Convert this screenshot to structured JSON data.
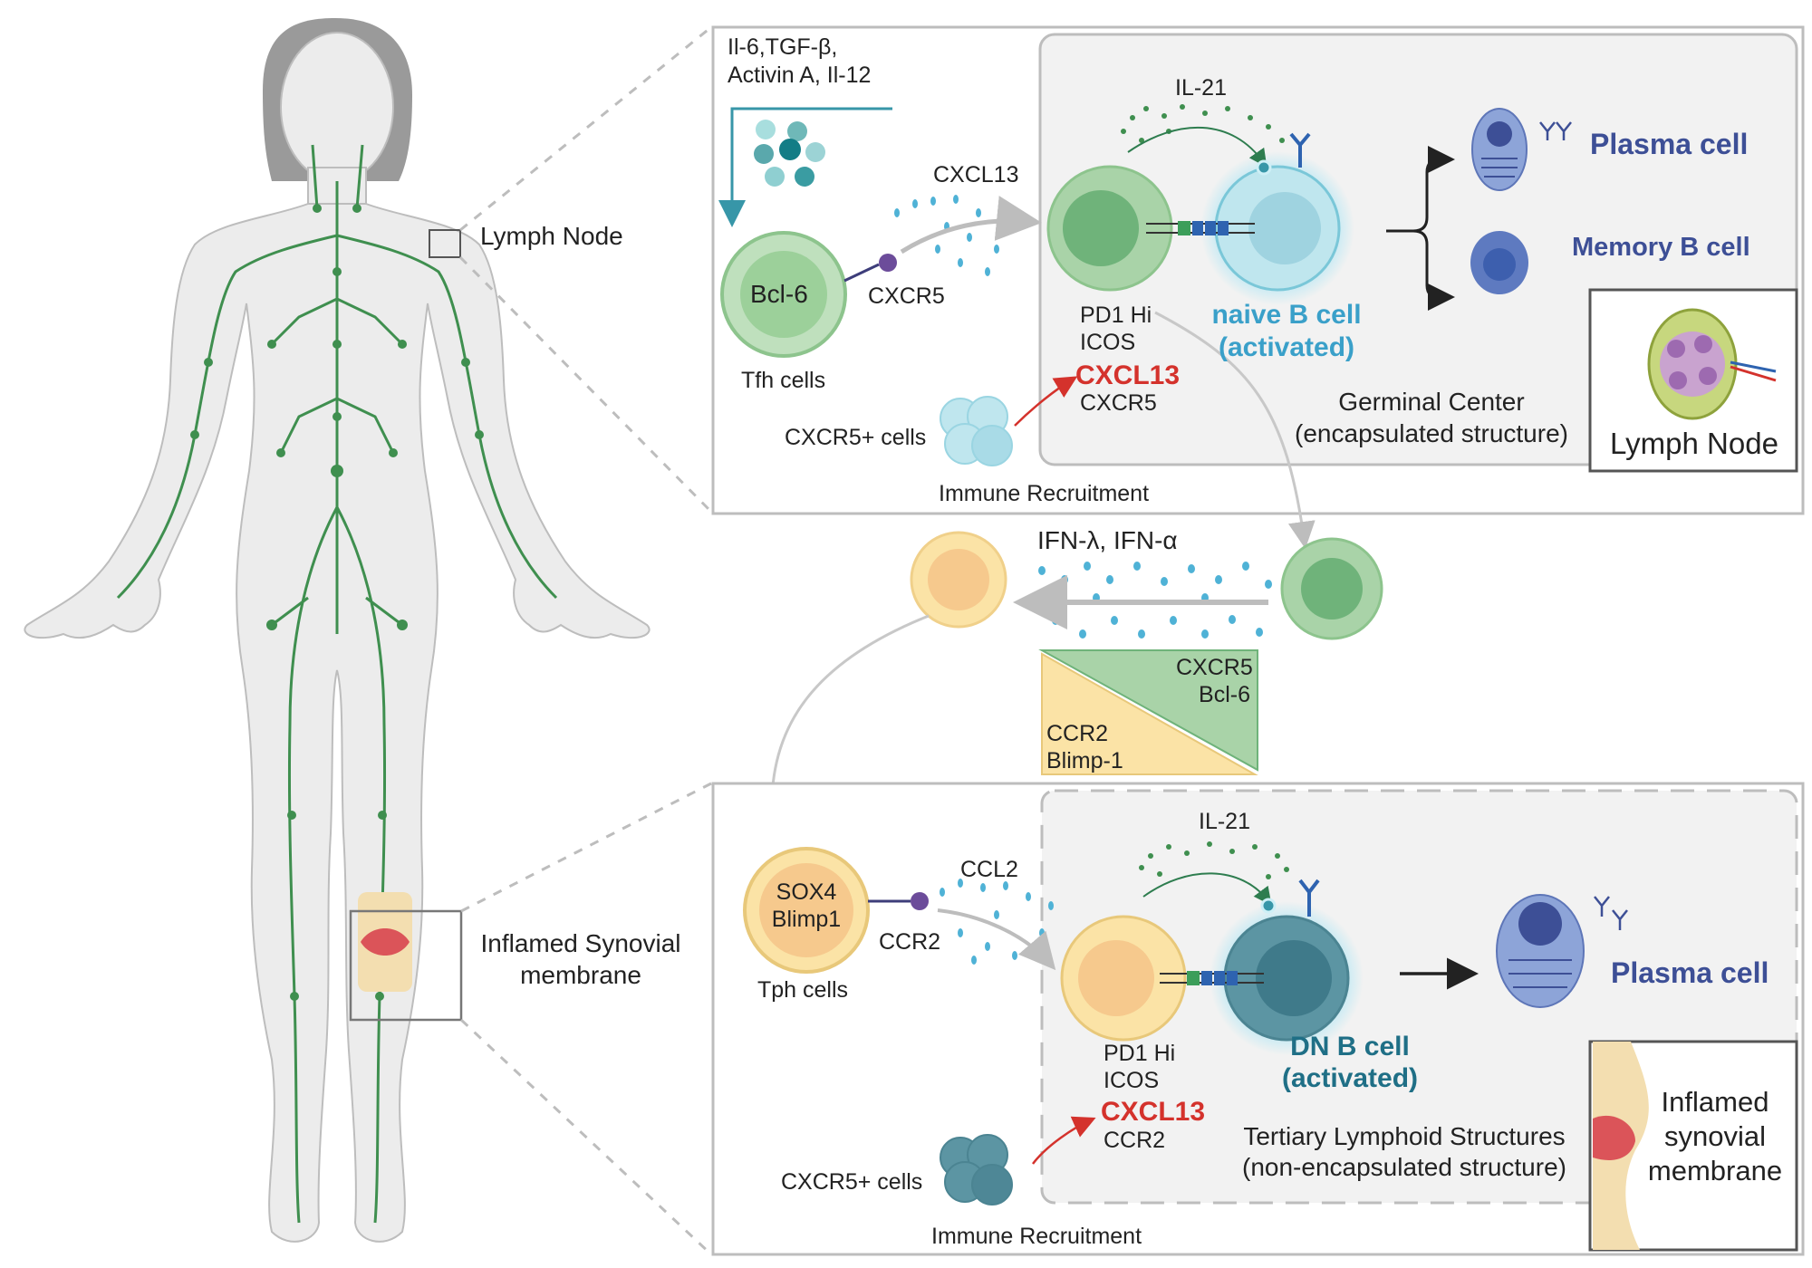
{
  "body_labels": {
    "lymph_node": "Lymph Node",
    "synovial": [
      "Inflamed Synovial",
      "membrane"
    ]
  },
  "top_panel": {
    "cytokines": [
      "Il-6,TGF-β,",
      "Activin A, Il-12"
    ],
    "tfh_marker": "Bcl-6",
    "tfh_label": "Tfh cells",
    "receptor": "CXCR5",
    "chemokine": "CXCL13",
    "il21": "IL-21",
    "markers": [
      "PD1 Hi",
      "ICOS"
    ],
    "marker_red": "CXCL13",
    "marker_last": "CXCR5",
    "b_cell": [
      "naive B cell",
      "(activated)"
    ],
    "plasma": "Plasma cell",
    "memory": "Memory B cell",
    "structure": [
      "Germinal Center",
      "(encapsulated structure)"
    ],
    "recruit_cells": "CXCR5+ cells",
    "recruit_label": "Immune Recruitment",
    "inset": "Lymph Node"
  },
  "middle": {
    "ifn": "IFN-λ, IFN-α",
    "green_markers": [
      "CXCR5",
      "Bcl-6"
    ],
    "yellow_markers": [
      "CCR2",
      "Blimp-1"
    ]
  },
  "bottom_panel": {
    "tph_markers": [
      "SOX4",
      "Blimp1"
    ],
    "tph_label": "Tph cells",
    "receptor": "CCR2",
    "chemokine": "CCL2",
    "il21": "IL-21",
    "markers": [
      "PD1 Hi",
      "ICOS"
    ],
    "marker_red": "CXCL13",
    "marker_last": "CCR2",
    "b_cell": [
      "DN B cell",
      "(activated)"
    ],
    "plasma": "Plasma cell",
    "structure": [
      "Tertiary Lymphoid Structures",
      "(non-encapsulated structure)"
    ],
    "recruit_cells": "CXCR5+ cells",
    "recruit_label": "Immune Recruitment",
    "inset": [
      "Inflamed",
      "synovial",
      "membrane"
    ]
  },
  "colors": {
    "green_cell": "#a9d3a8",
    "blue_cell": "#bfe6ee",
    "yellow_cell": "#fbe3a6",
    "dn_cell": "#5c95a3",
    "red": "#d4322c",
    "navy": "#3d4f96"
  }
}
